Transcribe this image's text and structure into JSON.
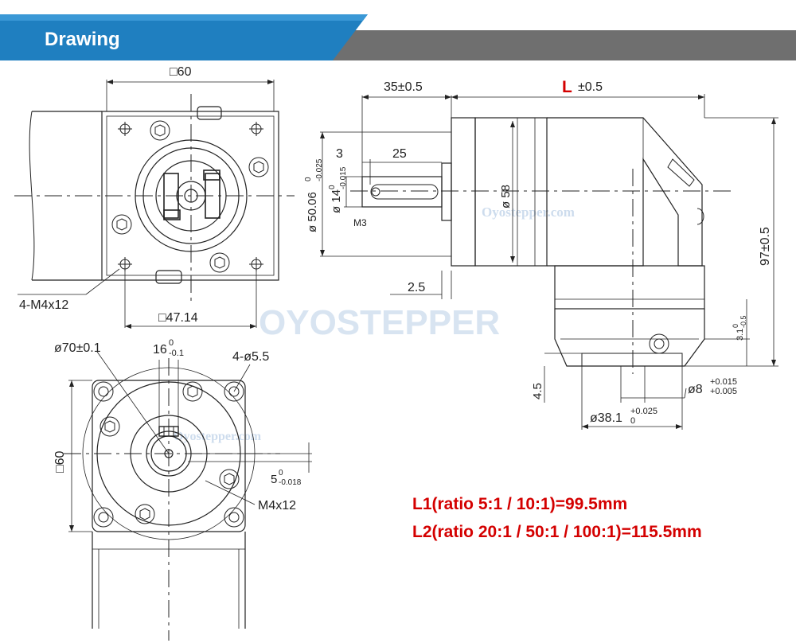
{
  "header": {
    "title": "Drawing",
    "accent": "#1f7fc0",
    "bar": "#6f6f6f"
  },
  "front_view": {
    "width": "□60",
    "bolt_spec": "4-M4x12",
    "bolt_square": "□47.14"
  },
  "side_view": {
    "shoulder": "35±0.5",
    "length_letter": "L",
    "length_tol": "±0.5",
    "key_offset": "3",
    "shaft_length": "25",
    "flange_dia": "ø 50.06",
    "flange_tol_upper": "0",
    "flange_tol_lower": "-0.025",
    "shaft_dia": "ø 14",
    "shaft_tol_upper": "0",
    "shaft_tol_lower": "-0.015",
    "thread": "M3",
    "body_dia": "ø 58",
    "height": "97±0.5",
    "flange_thickness": "2.5",
    "key_depth": "3.1",
    "key_depth_tol_upper": "0",
    "key_depth_tol_lower": "-0.5",
    "input_depth": "4.5",
    "input_bore": "ø8",
    "input_bore_tol_upper": "+0.015",
    "input_bore_tol_lower": "+0.005",
    "input_pilot": "ø38.1",
    "input_pilot_tol_upper": "+0.025",
    "input_pilot_tol_lower": "0"
  },
  "bottom_view": {
    "pcd": "ø70±0.1",
    "key_height": "16",
    "key_height_tol_upper": "0",
    "key_height_tol_lower": "-0.1",
    "holes": "4-ø5.5",
    "width": "□60",
    "key_width": "5",
    "key_width_tol_upper": "0",
    "key_width_tol_lower": "-0.018",
    "screw": "M4x12"
  },
  "watermark": {
    "logo": "OYOSTEPPER",
    "url": "Oyostepper.com"
  },
  "notes": {
    "l1": "L1(ratio 5:1 / 10:1)=99.5mm",
    "l2": "L2(ratio 20:1 / 50:1 / 100:1)=115.5mm"
  }
}
